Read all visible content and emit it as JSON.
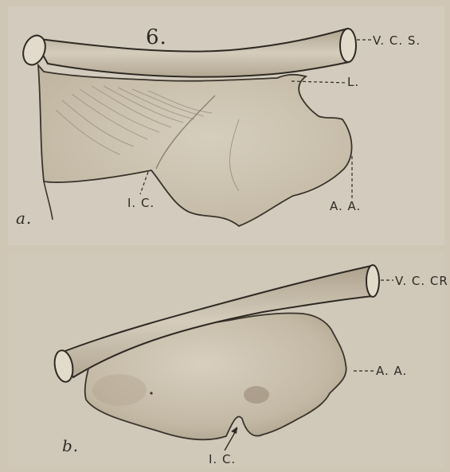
{
  "plate": {
    "figure_number": "6.",
    "panel_a": {
      "letter": "a.",
      "labels": {
        "vcs": "V. C. S.",
        "l": "L.",
        "ic": "I. C.",
        "aa": "A. A."
      }
    },
    "panel_b": {
      "letter": "b.",
      "labels": {
        "vccr": "V. C. CR",
        "aa": "A. A.",
        "ic": "I. C."
      }
    }
  }
}
